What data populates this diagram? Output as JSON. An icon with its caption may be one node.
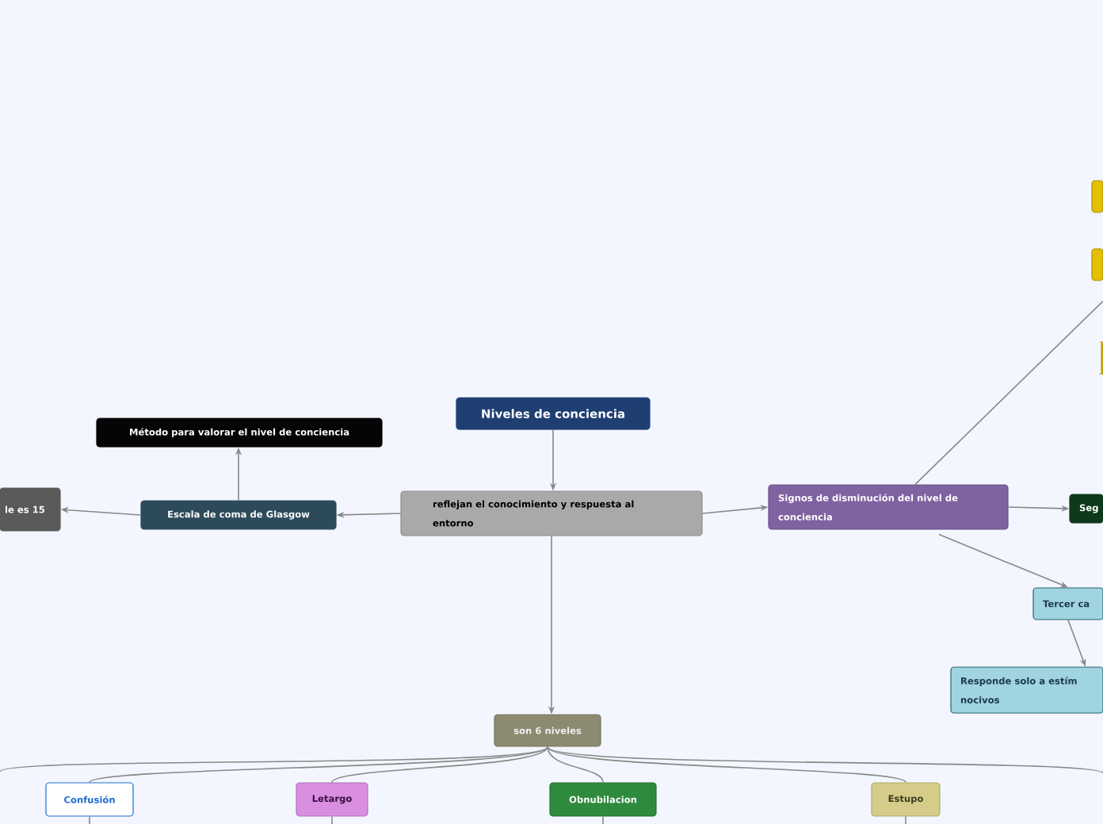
{
  "diagram": {
    "nodes": [
      {
        "text": [
          "Niveles de conciencia"
        ]
      },
      {
        "text": [
          "reflejan el conocimiento y respuesta al entorno"
        ]
      },
      {
        "text": [
          "Escala de coma de Glasgow"
        ]
      },
      {
        "text": [
          "Método para valorar el nivel de conciencia"
        ]
      },
      {
        "text": [
          "le es 15"
        ]
      },
      {
        "text": [
          "Signos de disminución del nivel de conciencia"
        ]
      },
      {
        "text": [
          "Seg"
        ]
      },
      {
        "text": [
          "Tercer ca"
        ]
      },
      {
        "text": [
          "Responde solo a estím nocivos"
        ]
      },
      {
        "text": [
          "son 6 niveles"
        ]
      },
      {
        "text": [
          "Confusión"
        ]
      },
      {
        "text": [
          "Letargo"
        ]
      },
      {
        "text": [
          "Obnubilacion"
        ]
      },
      {
        "text": [
          "Estupo"
        ]
      },
      {
        "text": [],
        "shape": "box"
      },
      {
        "text": [],
        "shape": "box"
      },
      {
        "text": [],
        "shape": "box"
      }
    ],
    "edges": [
      {
        "from": 0,
        "to": 1,
        "arrow": "to"
      },
      {
        "from": 1,
        "to": 2,
        "arrow": "to"
      },
      {
        "from": 2,
        "to": 3,
        "arrow": "to"
      },
      {
        "from": 2,
        "to": 4,
        "arrow": "to"
      },
      {
        "from": 1,
        "to": 5,
        "arrow": "to"
      },
      {
        "from": 5,
        "to": 6,
        "arrow": "to"
      },
      {
        "from": 5,
        "to": 7,
        "arrow": "to"
      },
      {
        "from": 7,
        "to": 8,
        "arrow": "to"
      },
      {
        "from": 1,
        "to": 9,
        "arrow": "to"
      },
      {
        "from": 9,
        "to": 10,
        "arrow": "none"
      },
      {
        "from": 9,
        "to": 11,
        "arrow": "none"
      },
      {
        "from": 9,
        "to": 12,
        "arrow": "none"
      },
      {
        "from": 9,
        "to": 13,
        "arrow": "none"
      },
      {
        "from": 5,
        "to": null,
        "arrow": "none"
      },
      {
        "from": 9,
        "to": null,
        "arrow": "none"
      },
      {
        "from": 9,
        "to": null,
        "arrow": "none"
      },
      {
        "from": 10,
        "to": null,
        "arrow": "none"
      },
      {
        "from": 11,
        "to": null,
        "arrow": "none"
      },
      {
        "from": 12,
        "to": null,
        "arrow": "none"
      },
      {
        "from": 13,
        "to": null,
        "arrow": "none"
      }
    ]
  }
}
